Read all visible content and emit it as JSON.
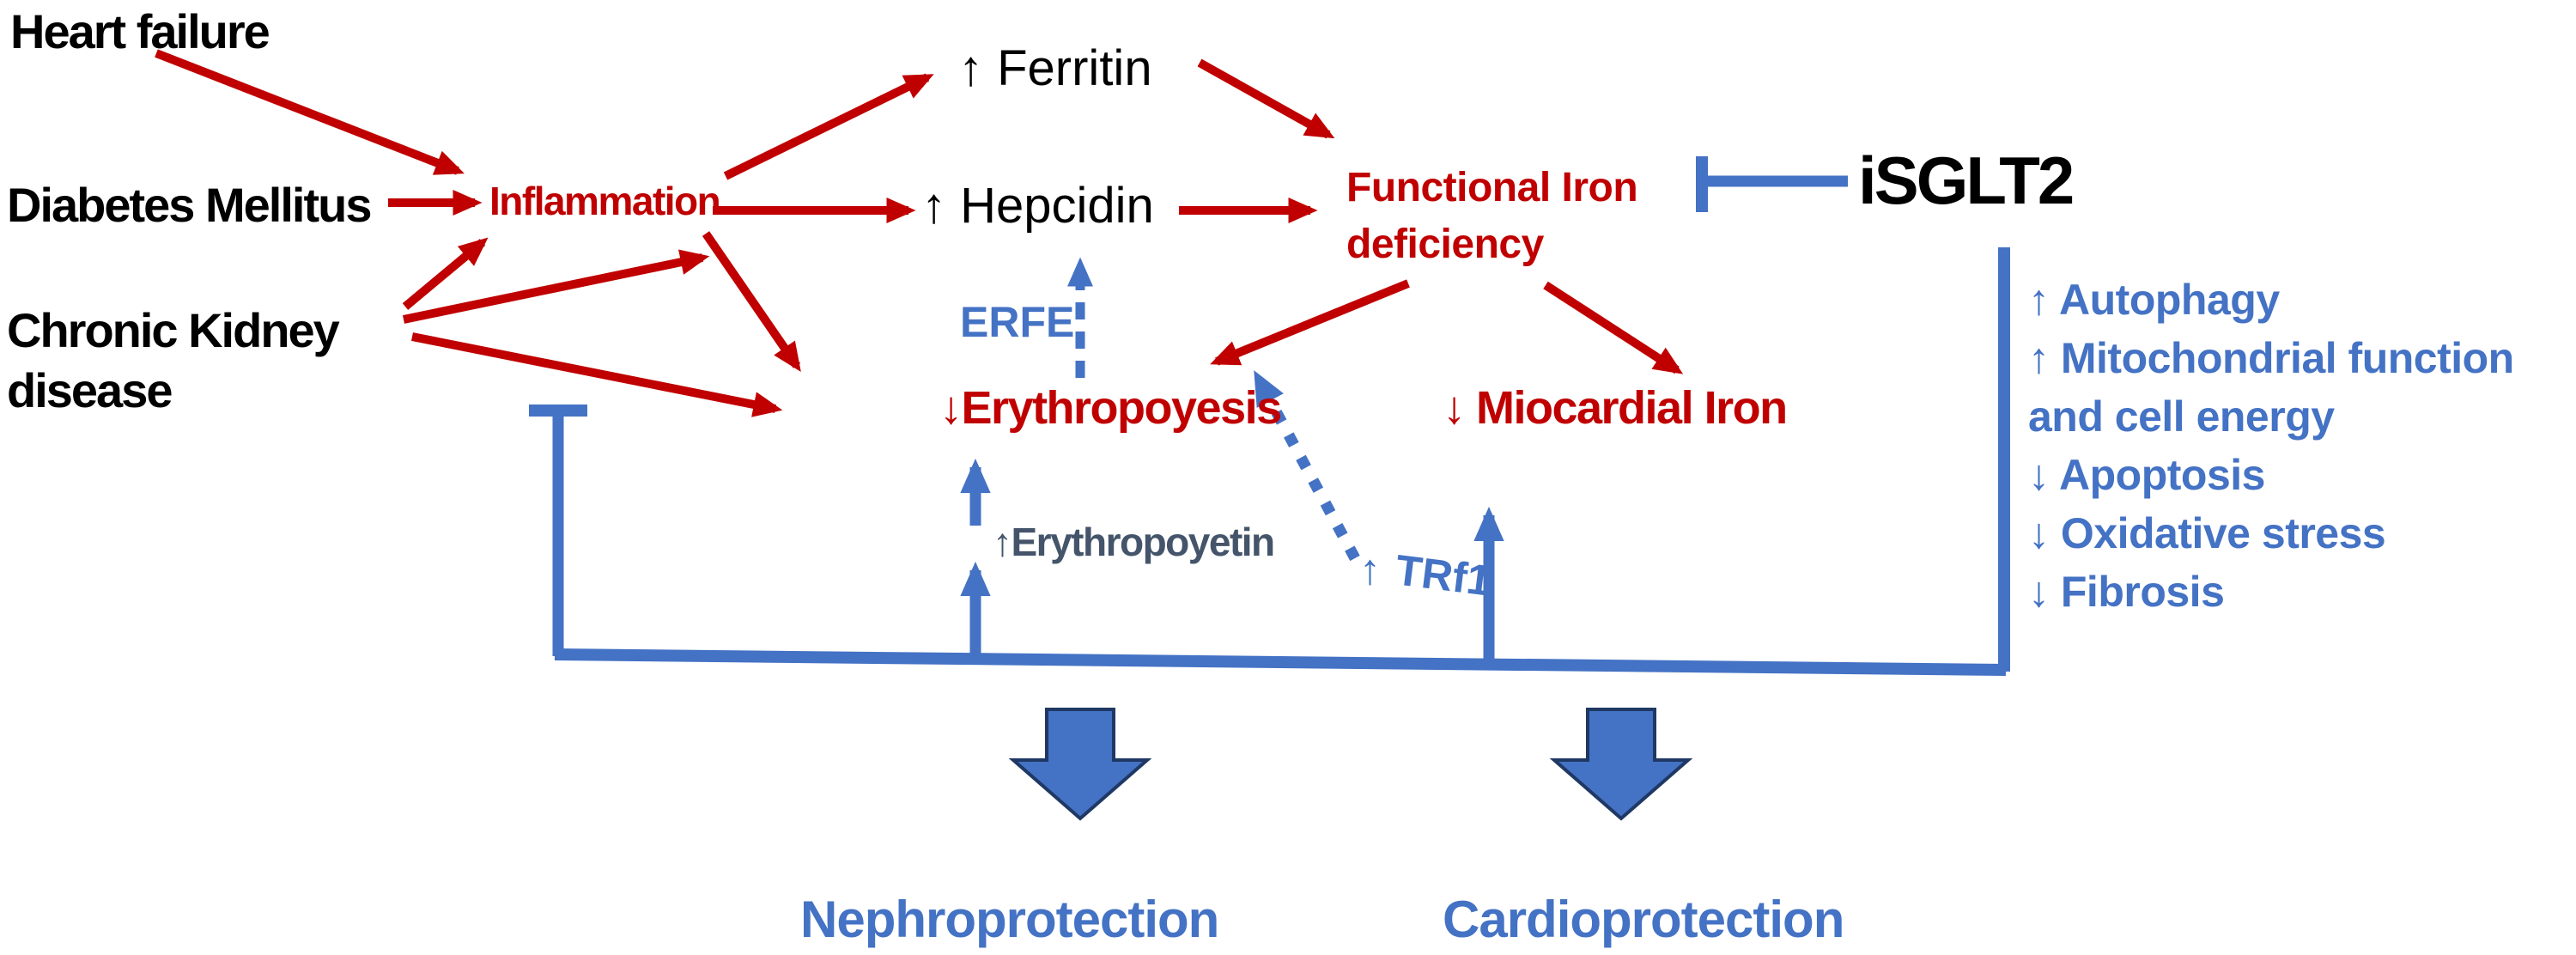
{
  "diagram": {
    "risk_factors": {
      "heart_failure": "Heart failure",
      "diabetes": "Diabetes Mellitus",
      "ckd": "Chronic Kidney\ndisease"
    },
    "nodes": {
      "inflammation": "Inflammation",
      "ferritin": "↑ Ferritin",
      "hepcidin": "↑ Hepcidin",
      "erfe": "ERFE",
      "functional_iron_deficiency": "Functional Iron\ndeficiency",
      "isglt2": "iSGLT2",
      "erythropoyesis": "↓Erythropoyesis",
      "miocardial_iron": "↓ Miocardial Iron",
      "erythropoyetin_arrow": "↑",
      "erythropoyetin": "Erythropoyetin",
      "trf1_arrow": "↑ ",
      "trf1": "TRf1"
    },
    "isglt2_effects": [
      "↑ Autophagy",
      "↑ Mitochondrial function",
      "and cell energy",
      "↓ Apoptosis",
      "↓ Oxidative stress",
      "↓ Fibrosis"
    ],
    "outcomes": {
      "nephroprotection": "Nephroprotection",
      "cardioprotection": "Cardioprotection"
    },
    "colors": {
      "pathology_red": "#c00000",
      "protective_blue": "#4472c4",
      "block_arrow_outline": "#1f3864",
      "erythropoyetin_slate": "#44546a",
      "text_black": "#000000"
    }
  }
}
